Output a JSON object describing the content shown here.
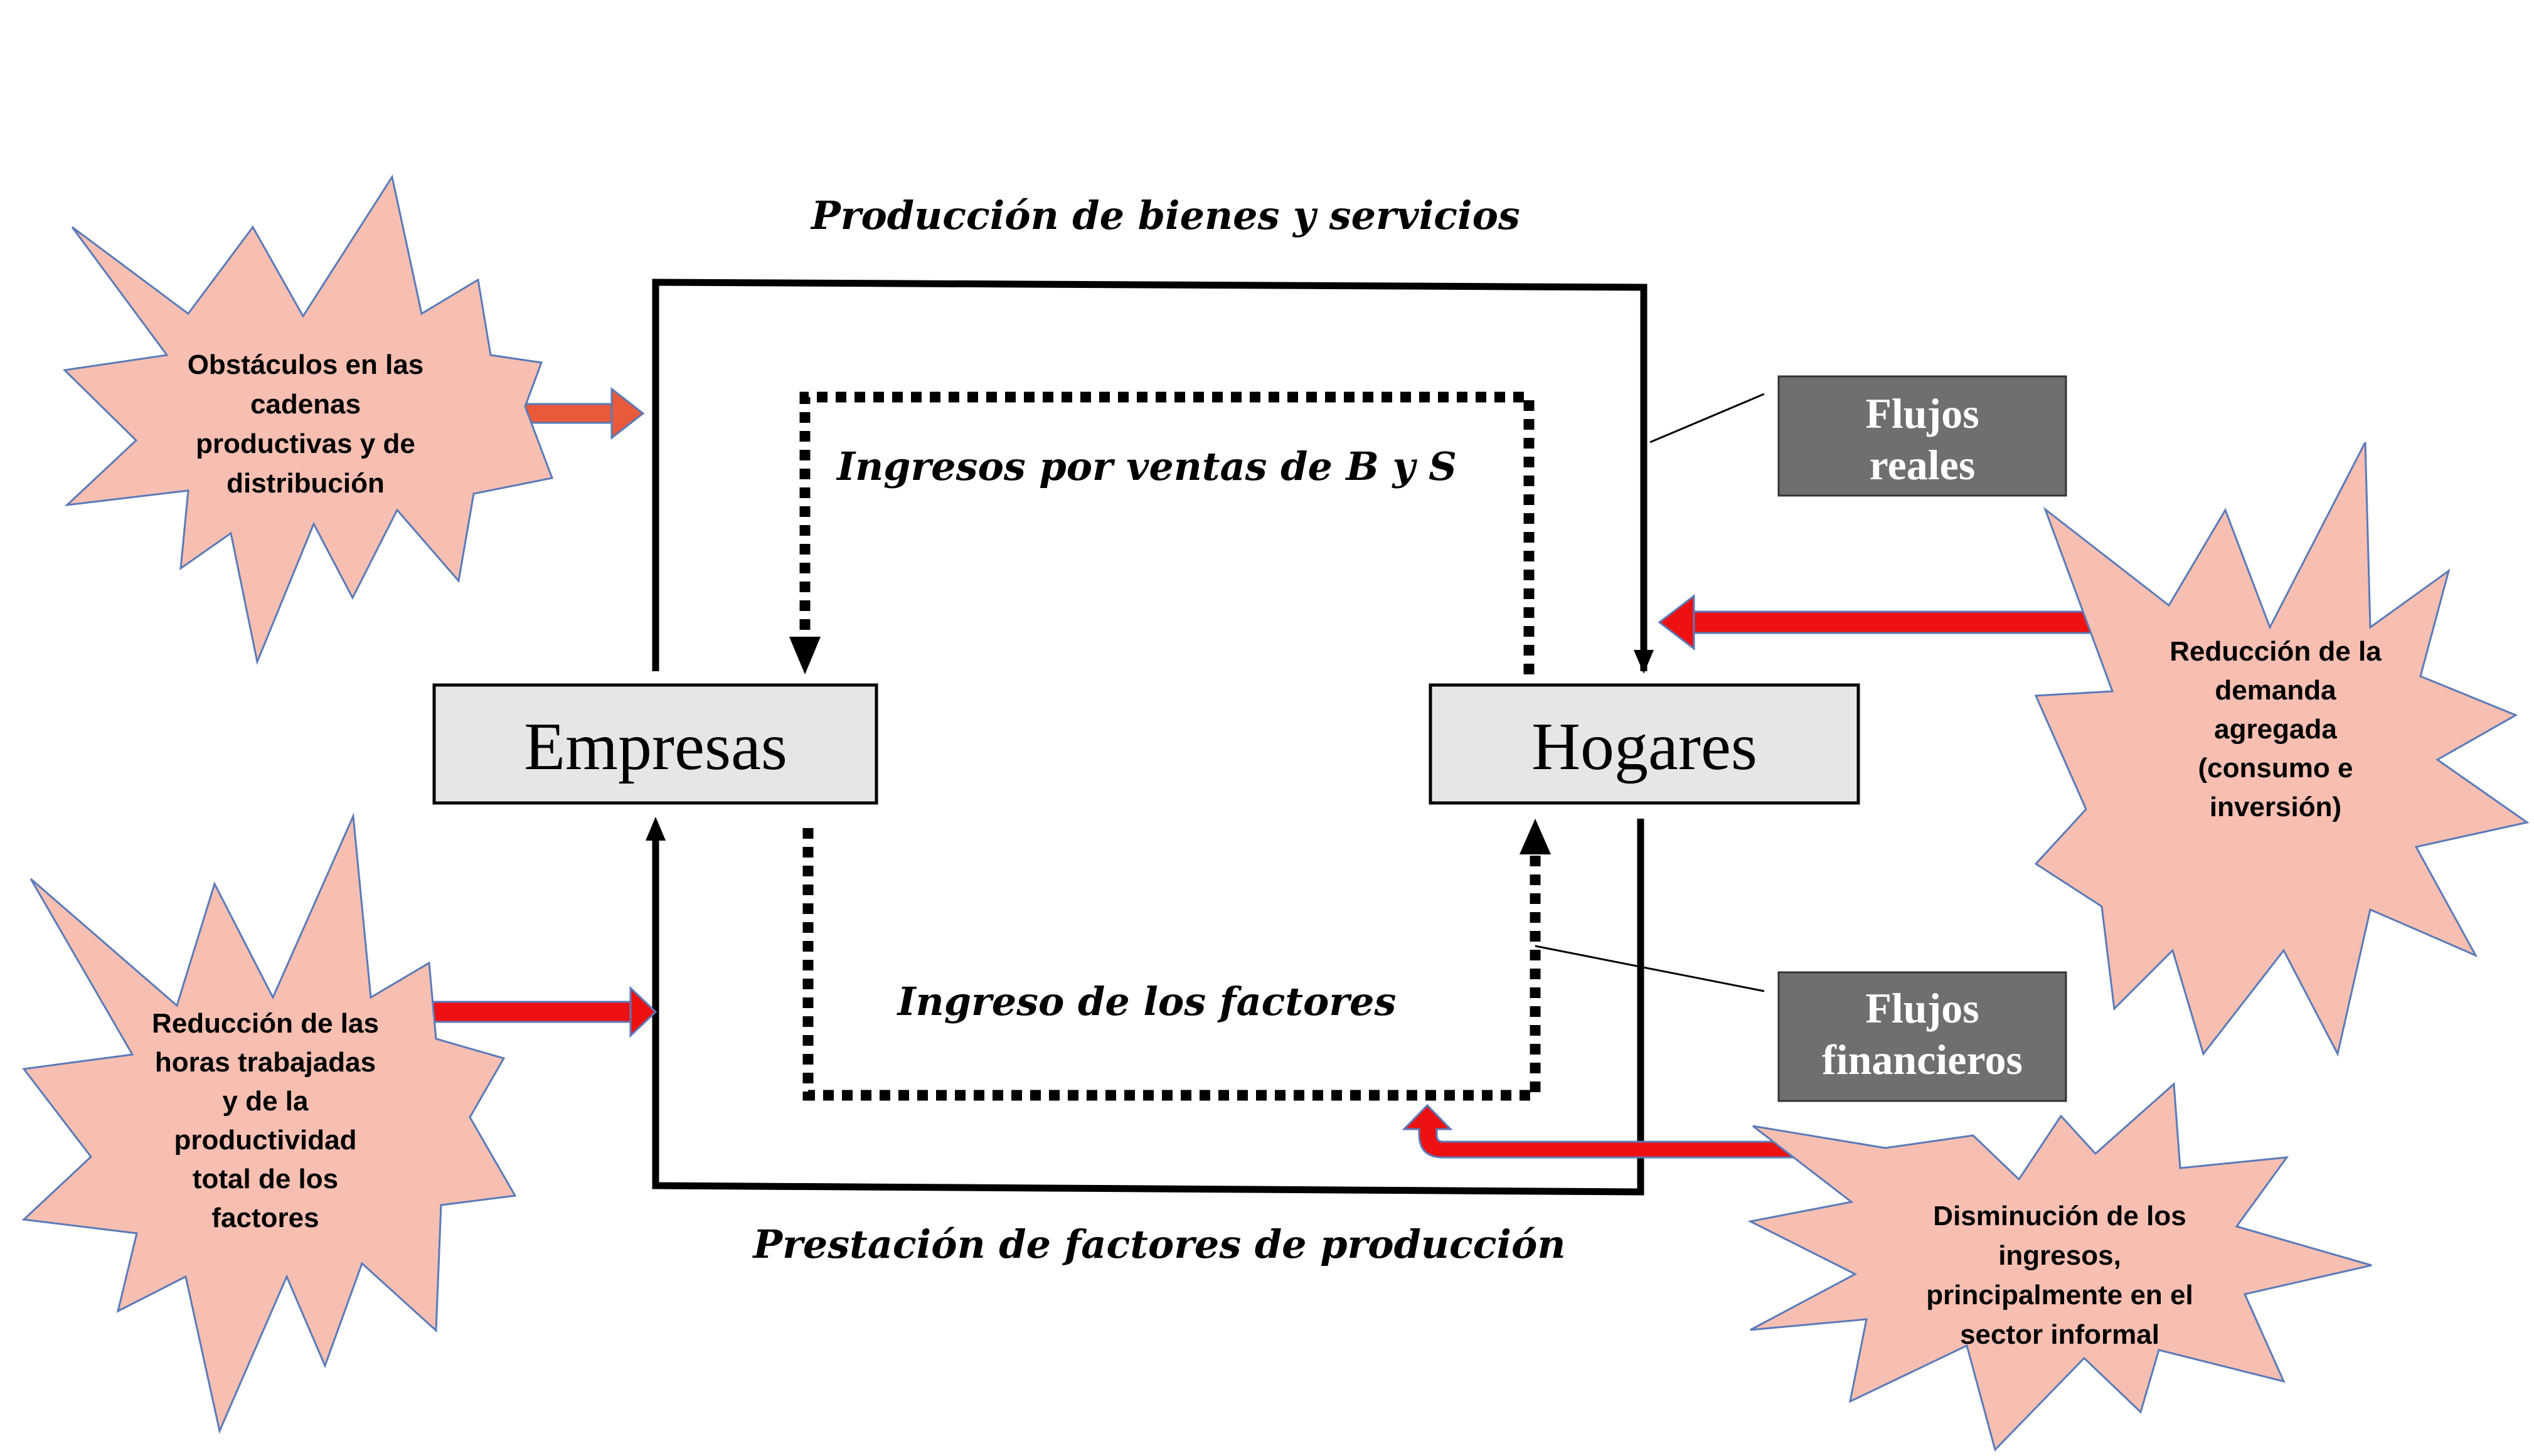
{
  "labels": {
    "top": "Producción de bienes y servicios",
    "inner_top": "Ingresos por ventas de B y S",
    "inner_bottom": "Ingreso de los factores",
    "bottom": "Prestación de factores de producción"
  },
  "nodes": {
    "left": "Empresas",
    "right": "Hogares"
  },
  "legend": {
    "real": [
      "Flujos",
      "reales"
    ],
    "financial": [
      "Flujos",
      "financieros"
    ]
  },
  "shocks": {
    "top_left": [
      "Obstáculos en las",
      "cadenas",
      "productivas y de",
      "distribución"
    ],
    "bottom_left": [
      "Reducción de las",
      "horas trabajadas",
      "y de la",
      "productividad",
      "total de los",
      "factores"
    ],
    "right": [
      "Reducción de la",
      "demanda",
      "agregada",
      "(consumo e",
      "inversión)"
    ],
    "bottom_right": [
      "Disminución de los",
      "ingresos,",
      "principalmente en el",
      "sector informal"
    ]
  },
  "colors": {
    "burst_fill": "#f6bfb2",
    "burst_stroke": "#5a7ab8",
    "shock_arrow": "#ee1111",
    "shock_arrow_orange": "#e85a3a",
    "node_fill": "#e6e6e6",
    "tag_fill": "#6f6f6f"
  }
}
